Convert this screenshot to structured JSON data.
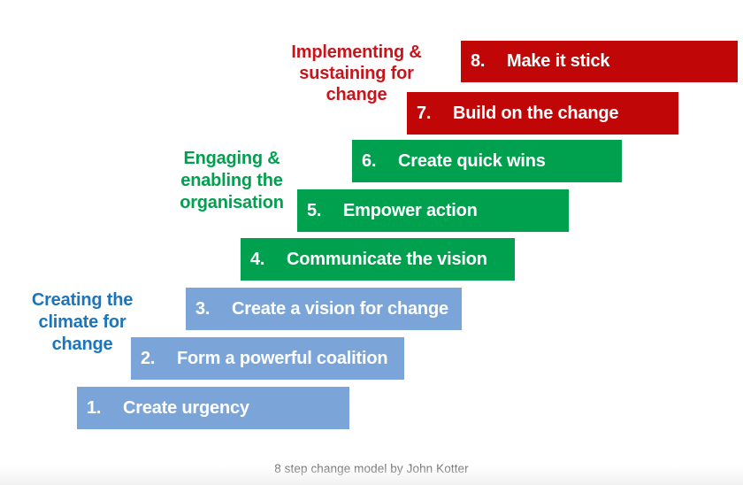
{
  "colors": {
    "bar_blue": "#7ba5d8",
    "bar_green": "#00a14e",
    "bar_red": "#c00607",
    "label_blue": "#1b75bc",
    "label_green": "#00a14e",
    "label_red": "#c8151c",
    "step_text": "#ffffff",
    "caption_gray": "#6e6e6e"
  },
  "groups": [
    {
      "name": "Creating the climate for change",
      "lines": [
        "Creating the",
        "climate for",
        "change"
      ],
      "color": "#1b75bc"
    },
    {
      "name": "Engaging & enabling the organisation",
      "lines": [
        "Engaging &",
        "enabling the",
        "organisation"
      ],
      "color": "#00a14e"
    },
    {
      "name": "Implementing & sustaining for change",
      "lines": [
        "Implementing &",
        "sustaining for",
        "change"
      ],
      "color": "#c8151c"
    }
  ],
  "steps": [
    {
      "number": "1.",
      "label": "Create urgency",
      "color": "#7ba5d8"
    },
    {
      "number": "2.",
      "label": "Form a powerful coalition",
      "color": "#7ba5d8"
    },
    {
      "number": "3.",
      "label": "Create a vision for change",
      "color": "#7ba5d8"
    },
    {
      "number": "4.",
      "label": "Communicate the vision",
      "color": "#00a14e"
    },
    {
      "number": "5.",
      "label": "Empower action",
      "color": "#00a14e"
    },
    {
      "number": "6.",
      "label": "Create quick wins",
      "color": "#00a14e"
    },
    {
      "number": "7.",
      "label": "Build on the change",
      "color": "#c00607"
    },
    {
      "number": "8.",
      "label": "Make it stick",
      "color": "#c00607"
    }
  ],
  "footer": {
    "caption": "8 step change model by John Kotter"
  }
}
